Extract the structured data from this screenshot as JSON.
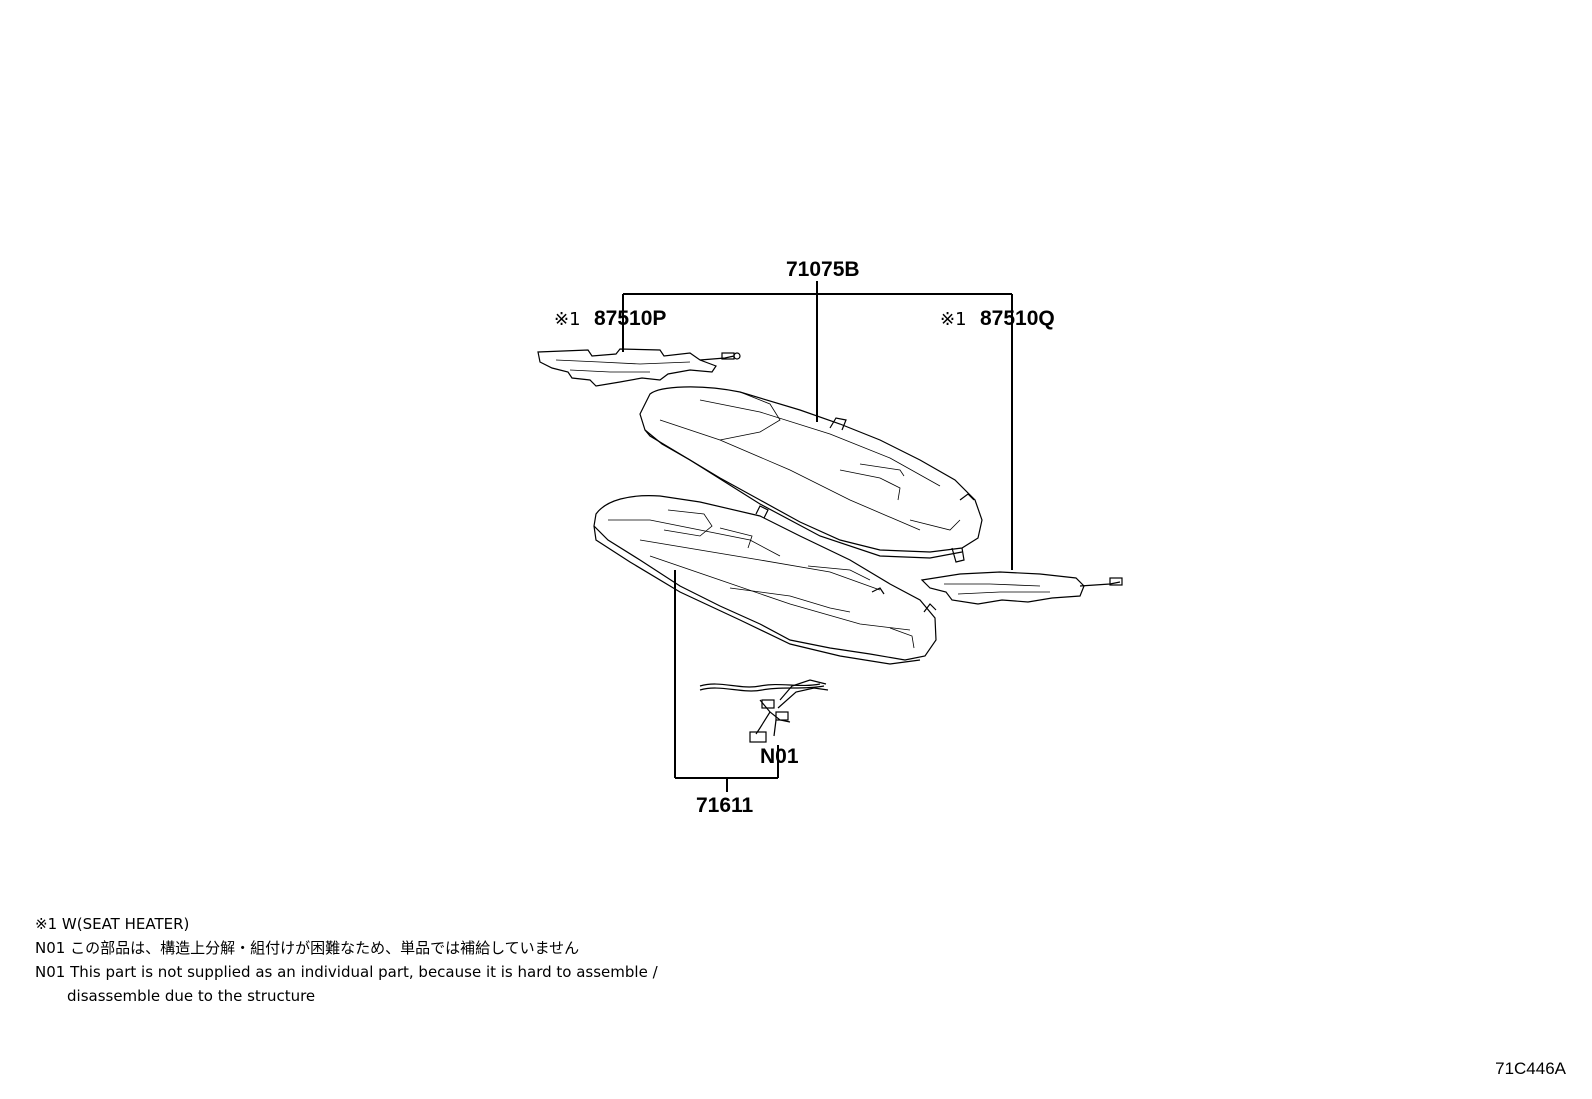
{
  "labels": {
    "assy": "71075B",
    "heater_left_mark": "※1",
    "heater_left": "87510P",
    "heater_right_mark": "※1",
    "heater_right": "87510Q",
    "cushion_cover": "71611",
    "n01": "N01"
  },
  "notes": {
    "note1": "※1  W(SEAT HEATER)",
    "note2": "N01 この部品は、構造上分解・組付けが困難なため、単品では補給していません",
    "note3_line1": "N01 This part is not supplied as an individual part, because it is hard to assemble /",
    "note3_line2": "disassemble due to the structure"
  },
  "diagram_code": "71C446A"
}
